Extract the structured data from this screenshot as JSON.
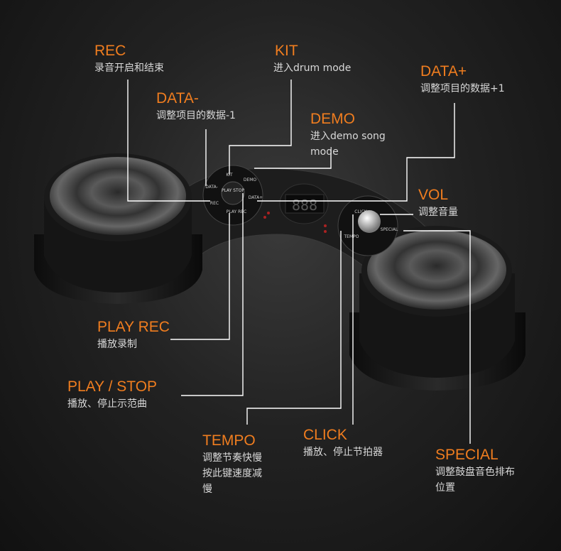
{
  "accent_color": "#f07d1f",
  "display_readout": "888",
  "buttons": {
    "kit": "KIT",
    "demo": "DEMO",
    "data_plus": "DATA+",
    "data_minus": "DATA-",
    "rec": "REC",
    "play_rec": "PLAY REC",
    "play_stop": "PLAY STOP",
    "click": "CLICK",
    "tempo": "TEMPO",
    "special": "SPECIAL"
  },
  "callouts": {
    "rec": {
      "title": "REC",
      "desc": [
        "录音开启和结束"
      ]
    },
    "kit": {
      "title": "KIT",
      "desc": [
        "进入drum mode"
      ]
    },
    "data_plus": {
      "title": "DATA+",
      "desc": [
        "调整项目的数据+1"
      ]
    },
    "data_minus": {
      "title": "DATA-",
      "desc": [
        "调整项目的数据-1"
      ]
    },
    "demo": {
      "title": "DEMO",
      "desc": [
        "进入demo song",
        "mode"
      ]
    },
    "vol": {
      "title": "VOL",
      "desc": [
        "调整音量"
      ]
    },
    "play_rec": {
      "title": "PLAY REC",
      "desc": [
        "播放录制"
      ]
    },
    "play_stop": {
      "title": "PLAY / STOP",
      "desc": [
        "播放、停止示范曲"
      ]
    },
    "tempo": {
      "title": "TEMPO",
      "desc": [
        "调整节奏快慢",
        "按此键速度减",
        "慢"
      ]
    },
    "click": {
      "title": "CLICK",
      "desc": [
        "播放、停止节拍器"
      ]
    },
    "special": {
      "title": "SPECIAL",
      "desc": [
        "调整鼓盘音色排布",
        "位置"
      ]
    }
  }
}
